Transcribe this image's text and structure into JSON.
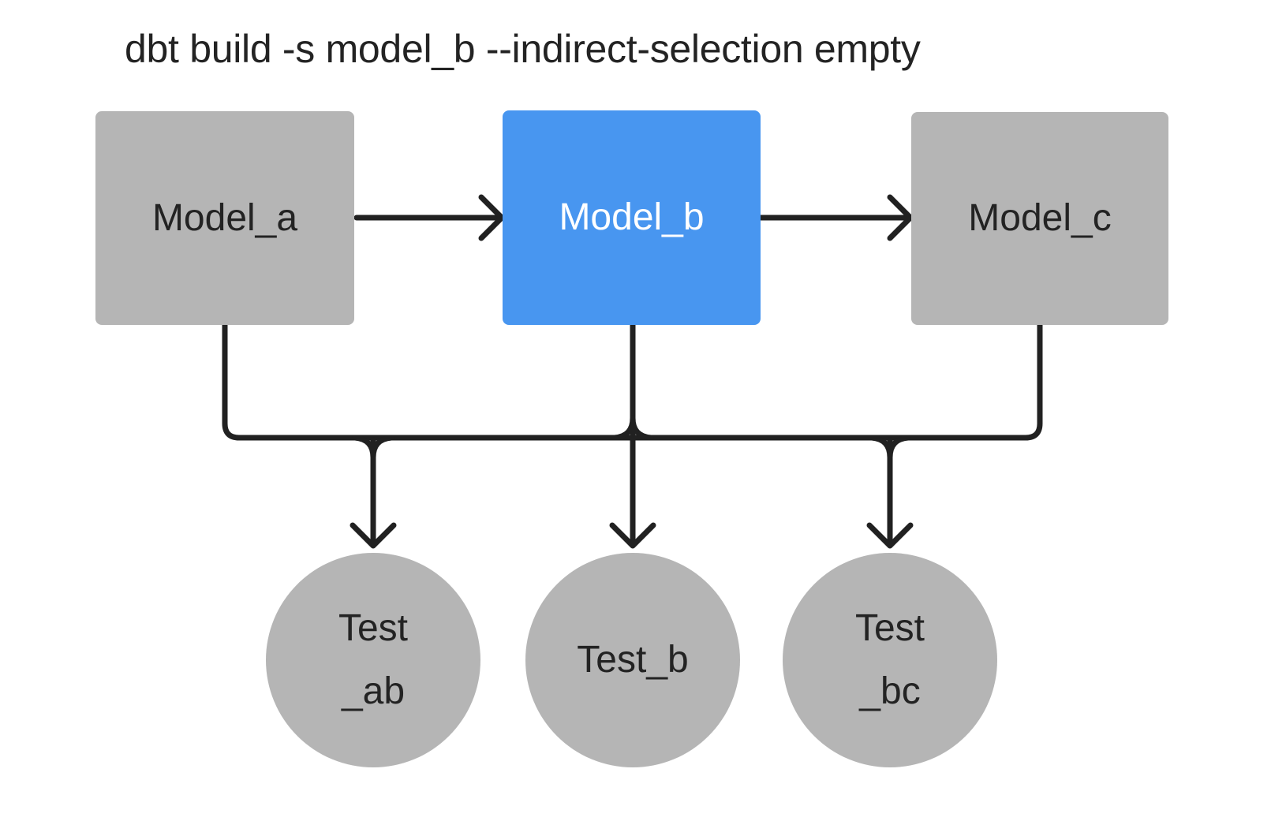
{
  "title": "dbt build -s model_b --indirect-selection empty",
  "colors": {
    "selected": "#4896f0",
    "unselected": "#b5b5b5",
    "line": "#212121",
    "text-dark": "#232323",
    "text-light": "#ffffff",
    "background": "#ffffff"
  },
  "nodes": {
    "model_a": {
      "label": "Model_a",
      "kind": "model",
      "selected": false
    },
    "model_b": {
      "label": "Model_b",
      "kind": "model",
      "selected": true
    },
    "model_c": {
      "label": "Model_c",
      "kind": "model",
      "selected": false
    },
    "test_ab": {
      "label_lines": [
        "Test",
        "_ab"
      ],
      "kind": "test",
      "selected": false
    },
    "test_b": {
      "label_lines": [
        "Test_b"
      ],
      "kind": "test",
      "selected": false
    },
    "test_bc": {
      "label_lines": [
        "Test",
        "_bc"
      ],
      "kind": "test",
      "selected": false
    }
  },
  "edges": [
    {
      "from": "Model_a",
      "to": "Model_b"
    },
    {
      "from": "Model_b",
      "to": "Model_c"
    },
    {
      "from": "Model_a",
      "to": "Test_ab"
    },
    {
      "from": "Model_b",
      "to": "Test_ab"
    },
    {
      "from": "Model_b",
      "to": "Test_b"
    },
    {
      "from": "Model_b",
      "to": "Test_bc"
    },
    {
      "from": "Model_c",
      "to": "Test_bc"
    }
  ]
}
